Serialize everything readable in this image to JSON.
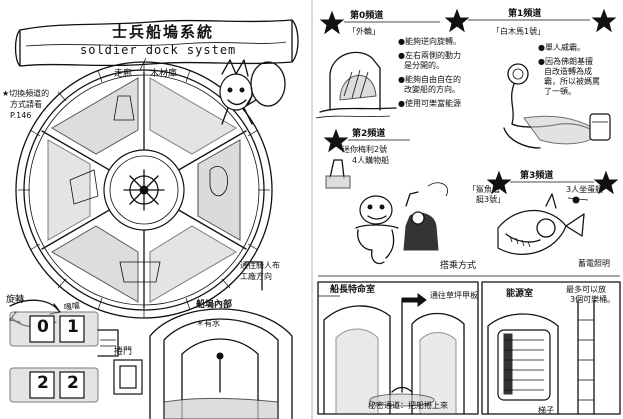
{
  "left_page": {
    "title_cn": "士兵船塢系統",
    "title_en": "soldier dock system",
    "label_corridor": "走廊",
    "label_timber": "木材庫",
    "note_switch": [
      "★切換頻道的",
      "方式請看",
      "P.146"
    ],
    "label_rotate": "旋轉",
    "label_gaclunk": "嘎噹",
    "label_roll_door": "捲門",
    "label_to_workshop": [
      "通往騎人布",
      "工廠方向"
    ],
    "label_dock_interior": "船塢內部",
    "label_water": "＊有水",
    "numbers": [
      "0",
      "1",
      "2",
      "2"
    ]
  },
  "right_page": {
    "ch0": {
      "title": "第0頻道",
      "ship": "「外輪」",
      "notes": [
        "●能夠逆向旋轉。",
        "●左右兩側的動力",
        "是分開的。",
        "●能夠自由自在的",
        "改變船的方向。",
        "●使用可樂當能源"
      ]
    },
    "ch1": {
      "title": "第1頻道",
      "ship": "「白木馬1號」",
      "notes": [
        "●單人威霸。",
        "●因為佛朗基擅",
        "自改造轉為成",
        "霸，所以被媽罵",
        "了一頓。"
      ]
    },
    "ch2": {
      "title": "第2頻道",
      "ship": "迷你梅利2號",
      "notes": [
        "4人購物船"
      ]
    },
    "ch3": {
      "title": "第3頻道",
      "ship": "「鯊魚潛",
      "ship_line2": "艇3號」",
      "label_seats": "3人坐蛋艇",
      "label_shark": "鯊魚潛艇3號",
      "label_lamp": "蓄電照明"
    },
    "label_boarding": "搭乘方式",
    "captain_room": {
      "title": "船長特命室",
      "arrow": "通往草坪甲板",
      "note": "秘密通道：把船捲上來"
    },
    "energy_room": {
      "title": "能源室",
      "note": [
        "最多可以放",
        "3個可樂桶。"
      ],
      "label_ladder": "梯子"
    }
  },
  "icons": [
    "star-icon",
    "steering-wheel-icon",
    "arrow-right-icon"
  ]
}
